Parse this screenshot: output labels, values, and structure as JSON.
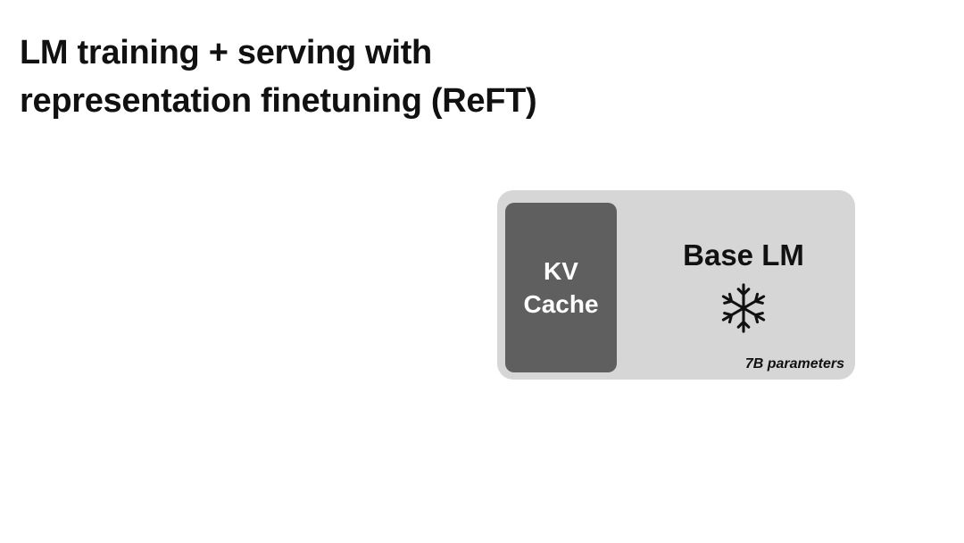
{
  "slide": {
    "title": "LM training + serving with\nrepresentation finetuning (ReFT)"
  },
  "diagram": {
    "base_lm": {
      "label": "Base LM",
      "note": "7B parameters",
      "icon": "snowflake-icon",
      "fill": "#d6d6d6"
    },
    "kv_cache": {
      "label": "KV\nCache",
      "fill": "#5f5f5f"
    }
  }
}
